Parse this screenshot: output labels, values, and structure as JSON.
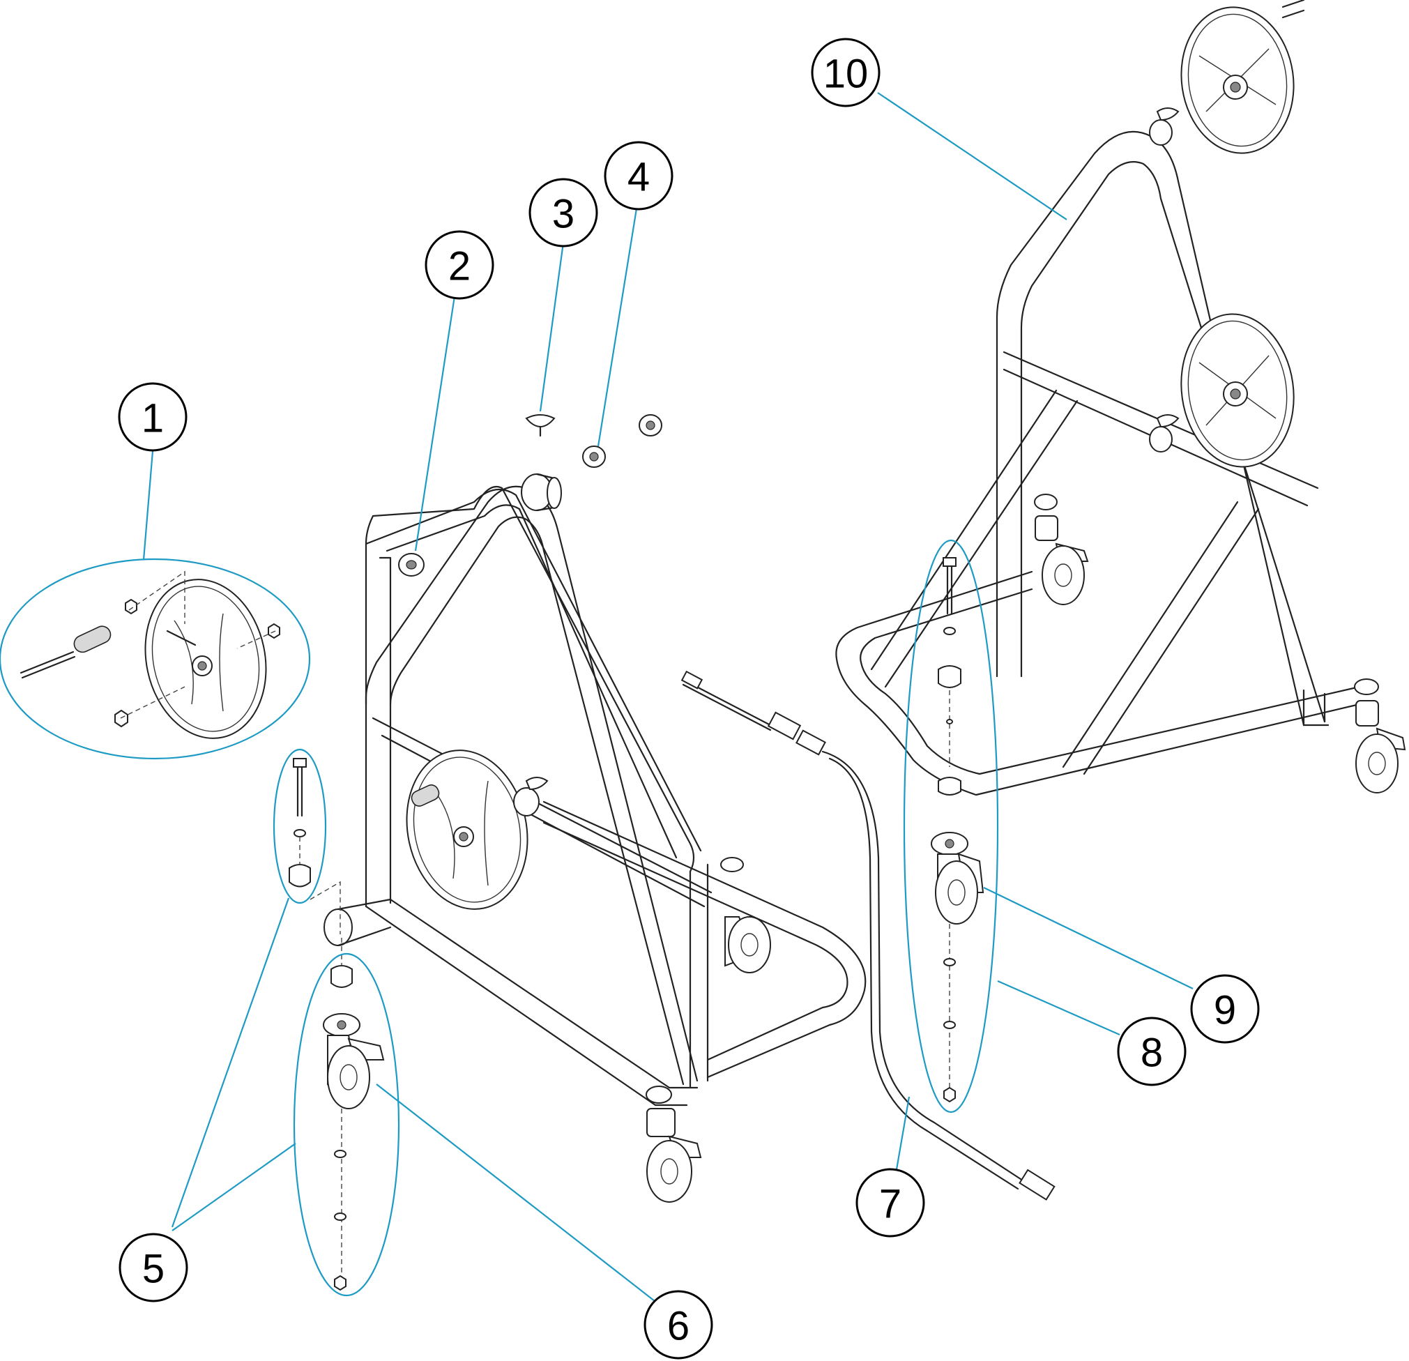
{
  "callouts": [
    {
      "id": "1",
      "label": "1"
    },
    {
      "id": "2",
      "label": "2"
    },
    {
      "id": "3",
      "label": "3"
    },
    {
      "id": "4",
      "label": "4"
    },
    {
      "id": "5",
      "label": "5"
    },
    {
      "id": "6",
      "label": "6"
    },
    {
      "id": "7",
      "label": "7"
    },
    {
      "id": "8",
      "label": "8"
    },
    {
      "id": "9",
      "label": "9"
    },
    {
      "id": "10",
      "label": "10"
    }
  ],
  "colors": {
    "leader": "#1e9bc4",
    "outline": "#222222",
    "background": "#ffffff"
  }
}
